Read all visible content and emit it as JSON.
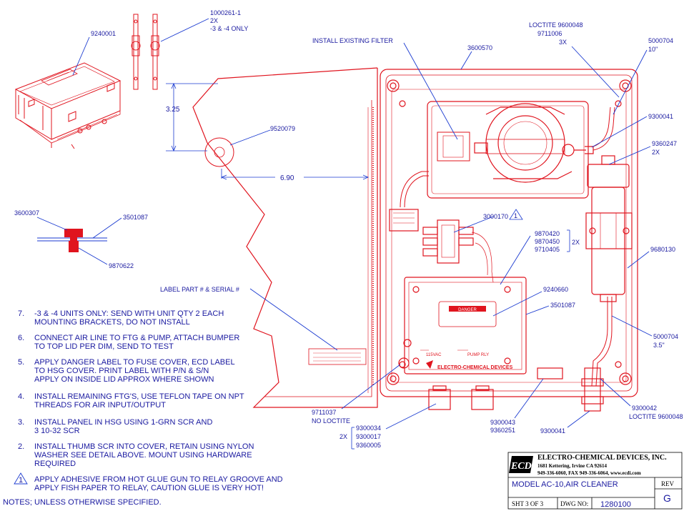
{
  "callouts": {
    "c9240001": "9240001",
    "c1000261": "1000261-1",
    "c1000261_qty": "2X",
    "c1000261_note": "-3 & -4 ONLY",
    "install_filter": "INSTALL EXISTING FILTER",
    "c3600570": "3600570",
    "loctite_top": "LOCTITE 9600048",
    "c9711006": "9711006",
    "c9711006_qty": "3X",
    "c5000704_top": "5000704",
    "c5000704_top_len": "10\"",
    "c9300041_top": "9300041",
    "c9360247": "9360247",
    "c9360247_qty": "2X",
    "c9520079": "9520079",
    "c3600307": "3600307",
    "c3501087_left": "3501087",
    "c9870622": "9870622",
    "c3000170": "3000170",
    "c3000170_flag": "1",
    "c9870420": "9870420",
    "c9870450": "9870450",
    "c9710405": "9710405",
    "c98_qty": "2X",
    "c9680130": "9680130",
    "c9240660": "9240660",
    "c3501087_right": "3501087",
    "label_part": "LABEL PART # & SERIAL #",
    "c5000704_bot": "5000704",
    "c5000704_bot_len": "3.5\"",
    "c9711037": "9711037",
    "no_loctite": "NO LOCTITE",
    "c9300034": "9300034",
    "c9300017": "9300017",
    "c9360005": "9360005",
    "c93_qty": "2X",
    "c9300043": "9300043",
    "c9360251": "9360251",
    "c9300041_bot": "9300041",
    "c9300042": "9300042",
    "loctite_bot": "LOCTITE 9600048"
  },
  "dimensions": {
    "vertical": "3.25",
    "horizontal": "6.90"
  },
  "panel_labels": {
    "danger": "DANGER",
    "brand": "ELECTRO-CHEMICAL DEVICES",
    "vac": "115VAC",
    "pump": "PUMP RLY"
  },
  "notes": [
    {
      "num": "7.",
      "lines": [
        "-3 & -4 UNITS ONLY: SEND WITH UNIT QTY 2 EACH",
        "MOUNTING BRACKETS, DO NOT INSTALL"
      ]
    },
    {
      "num": "6.",
      "lines": [
        "CONNECT AIR LINE TO FTG & PUMP, ATTACH BUMPER",
        "TO TOP LID PER DIM, SEND TO TEST"
      ]
    },
    {
      "num": "5.",
      "lines": [
        "APPLY DANGER LABEL TO FUSE COVER, ECD  LABEL",
        "TO HSG COVER. PRINT LABEL WITH P/N & S/N",
        "APPLY ON INSIDE LID APPROX WHERE SHOWN"
      ]
    },
    {
      "num": "4.",
      "lines": [
        "INSTALL REMAINING FTG'S, USE TEFLON TAPE ON NPT",
        "THREADS FOR AIR INPUT/OUTPUT"
      ]
    },
    {
      "num": "3.",
      "lines": [
        "INSTALL PANEL IN HSG USING 1-GRN SCR AND",
        "3 10-32 SCR"
      ]
    },
    {
      "num": "2.",
      "lines": [
        "INSTALL THUMB SCR INTO COVER, RETAIN USING NYLON",
        "WASHER SEE DETAIL ABOVE. MOUNT USING HARDWARE",
        "REQUIRED"
      ]
    },
    {
      "num": "1",
      "lines": [
        "APPLY ADHESIVE FROM HOT GLUE GUN TO RELAY GROOVE AND",
        "APPLY FISH PAPER TO RELAY, CAUTION GLUE IS VERY HOT!"
      ]
    }
  ],
  "notes_footer": "NOTES; UNLESS OTHERWISE SPECIFIED.",
  "title_block": {
    "logo": "ECD",
    "company": "ELECTRO-CHEMICAL DEVICES, INC.",
    "address": "1681 Kettering, Irvine CA 92614",
    "contact": "949-336-6060, FAX 949-336-6064, www.ecdi.com",
    "model": "MODEL AC-10,AIR CLEANER",
    "rev_label": "REV",
    "rev": "G",
    "sheet": "SHT 3 OF 3",
    "dwg_label": "DWG NO:",
    "dwg_no": "1280100"
  }
}
